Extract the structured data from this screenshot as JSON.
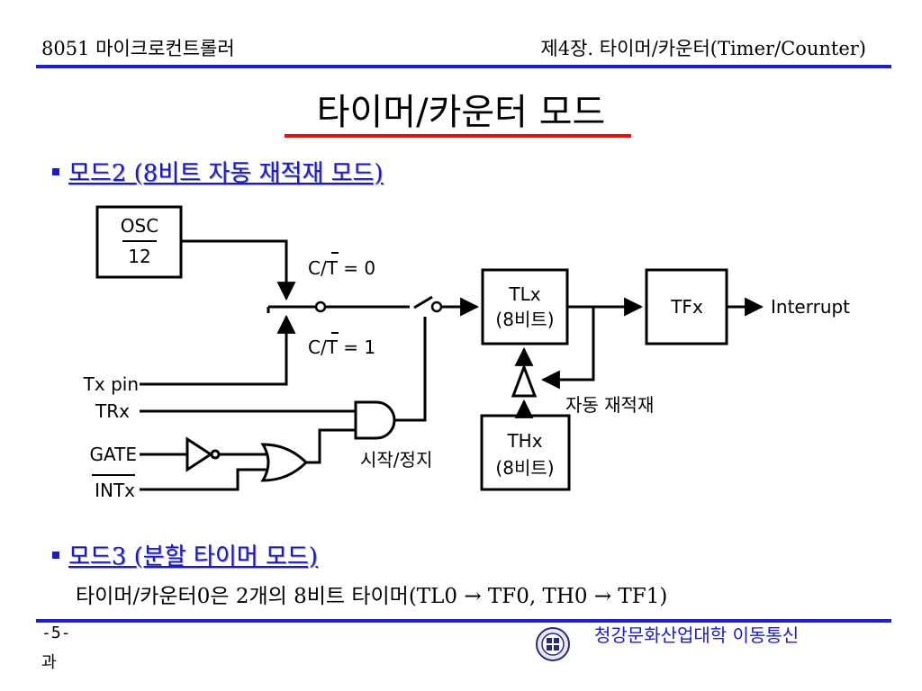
{
  "header": {
    "left": "8051 마이크로컨트롤러",
    "right": "제4장. 타이머/카운터(Timer/Counter)",
    "rule_color": "#1f1fd0"
  },
  "title": "타이머/카운터 모드",
  "title_underline_color": "#e81010",
  "bullets": [
    {
      "label": "모드2 (8비트 자동 재적재 모드)"
    },
    {
      "label": "모드3 (분할 타이머 모드)"
    }
  ],
  "mode3_description": "타이머/카운터0은 2개의 8비트 타이머(TL0 → TF0, TH0 → TF1)",
  "diagram": {
    "osc": "OSC",
    "osc_div": "12",
    "ct0": "C/T = 0",
    "ct1": "C/T = 1",
    "tlx": "TLx",
    "tlx_bits": "(8비트)",
    "thx": "THx",
    "thx_bits": "(8비트)",
    "tfx": "TFx",
    "interrupt": "Interrupt",
    "tx_pin": "Tx pin",
    "trx": "TRx",
    "gate": "GATE",
    "intx": "INTx",
    "start_stop": "시작/정지",
    "auto_reload": "자동 재적재"
  },
  "footer": {
    "page": "-5-",
    "dept": "과",
    "school": "청강문화산업대학 이동통신",
    "logo": "school-emblem"
  },
  "accent_color": "#1a1ac8"
}
